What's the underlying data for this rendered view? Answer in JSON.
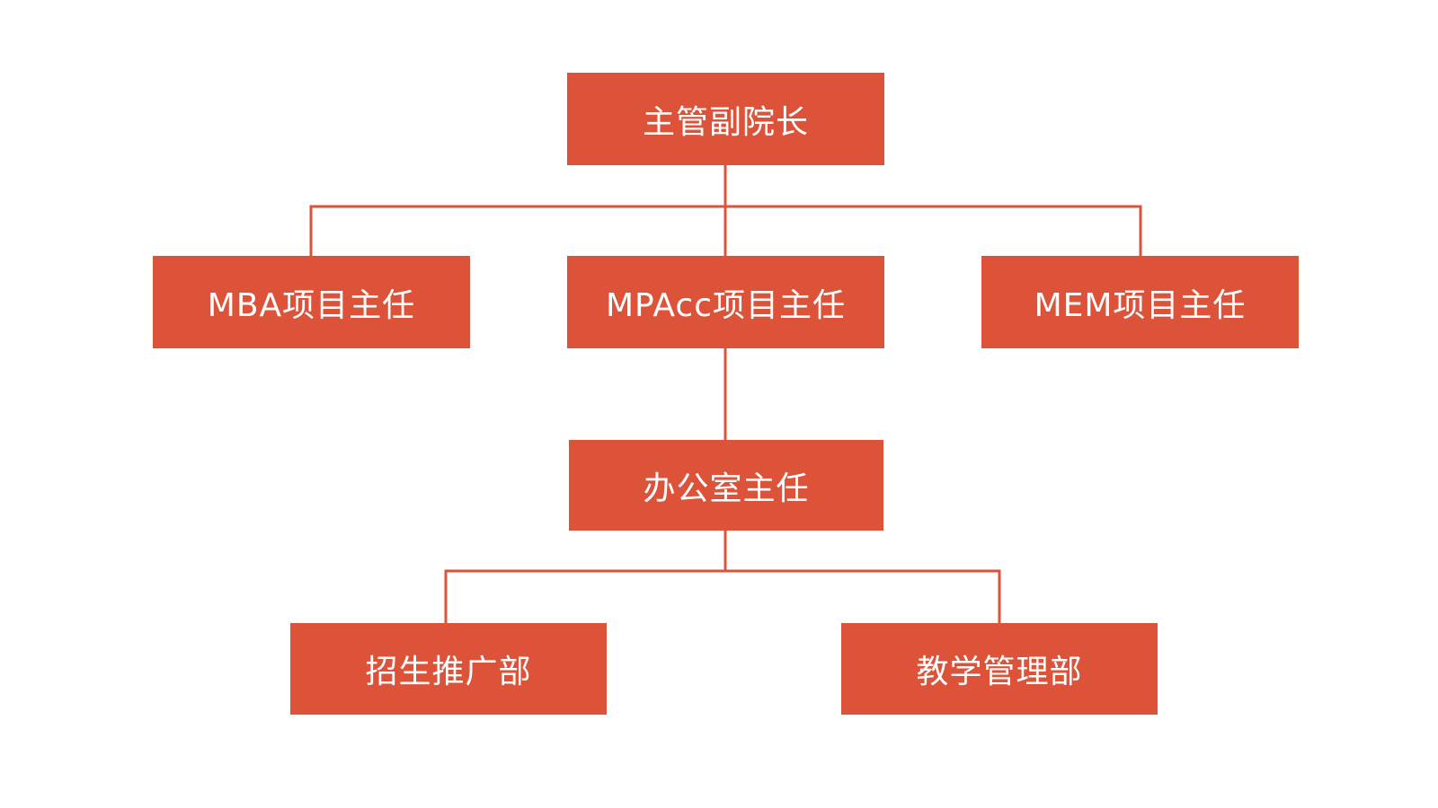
{
  "diagram": {
    "type": "org-chart",
    "colors": {
      "node_fill": "#dc533a",
      "node_text": "#ffffff",
      "connector": "#dc533a",
      "background": "#ffffff"
    },
    "nodes": {
      "vice_dean": "主管副院长",
      "mba_director": "MBA项目主任",
      "mpacc_director": "MPAcc项目主任",
      "mem_director": "MEM项目主任",
      "office_director": "办公室主任",
      "recruitment_dept": "招生推广部",
      "teaching_dept": "教学管理部"
    },
    "edges": [
      [
        "vice_dean",
        "mba_director"
      ],
      [
        "vice_dean",
        "mpacc_director"
      ],
      [
        "vice_dean",
        "mem_director"
      ],
      [
        "mpacc_director",
        "office_director"
      ],
      [
        "office_director",
        "recruitment_dept"
      ],
      [
        "office_director",
        "teaching_dept"
      ]
    ]
  }
}
